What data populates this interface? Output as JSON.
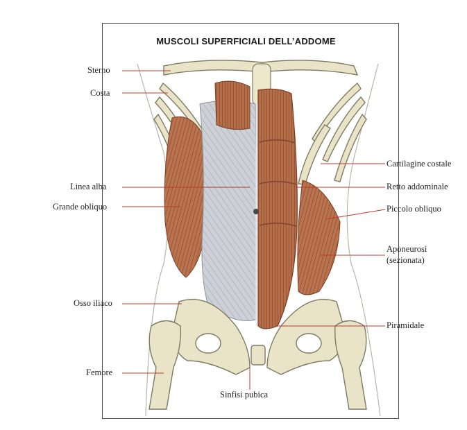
{
  "diagram": {
    "title": "MUSCOLI SUPERFICIALI DELL’ADDOME",
    "labels_left": [
      {
        "id": "sterno",
        "text": "Sterno"
      },
      {
        "id": "costa",
        "text": "Costa"
      },
      {
        "id": "linea-alba",
        "text": "Linea alba"
      },
      {
        "id": "grande-obliquo",
        "text": "Grande obliquo"
      },
      {
        "id": "osso-iliaco",
        "text": "Osso iliaco"
      },
      {
        "id": "femore",
        "text": "Femore"
      }
    ],
    "labels_right": [
      {
        "id": "cartilagine-costale",
        "text": "Cartilagine costale"
      },
      {
        "id": "retto-addominale",
        "text": "Retto addominale"
      },
      {
        "id": "piccolo-obliquo",
        "text": "Piccolo obliquo"
      },
      {
        "id": "aponeurosi",
        "text": "Aponeurosi",
        "text2": "(sezionata)"
      },
      {
        "id": "piramidale",
        "text": "Piramidale"
      }
    ],
    "label_bottom": {
      "id": "sinfisi-pubica",
      "text": "Sinfisi pubica"
    },
    "colors": {
      "muscle": "#b5714f",
      "muscle_dark": "#8a4a30",
      "bone": "#e9e3c8",
      "bone_outline": "#7d7a62",
      "fascia": "#c9ccd3",
      "leader_line": "#c0392b"
    }
  }
}
